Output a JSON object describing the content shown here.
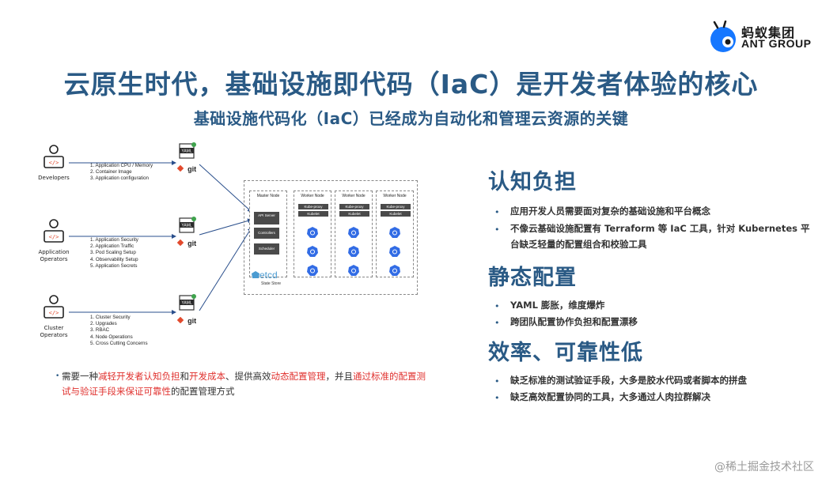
{
  "logo": {
    "cn": "蚂蚁集团",
    "en": "ANT GROUP",
    "mark": "ant-logo-icon"
  },
  "title": "云原生时代，基础设施即代码（IaC）是开发者体验的核心",
  "subtitle": "基础设施代码化（IaC）已经成为自动化和管理云资源的关键",
  "diagram": {
    "roles": [
      {
        "label": "Developers",
        "steps": [
          "1.   Application CPU / Memory",
          "2.   Container Image",
          "3.   Application configuration"
        ]
      },
      {
        "label": "Application\nOperators",
        "steps": [
          "1.   Application Security",
          "2.   Application Traffic",
          "3.   Pod Scaling Setup",
          "4.   Observability Setup",
          "5.   Application Secrets"
        ]
      },
      {
        "label": "Cluster\nOperators",
        "steps": [
          "1.   Cluster Security",
          "2.   Upgrades",
          "3.   RBAC",
          "4.   Node Operations",
          "5.   Cross Cutting Concerns"
        ]
      }
    ],
    "yaml_label": "YAML",
    "git_label": "git",
    "master": {
      "title": "Master Node",
      "api": "API Server",
      "controllers": "Controllers",
      "scheduler": "Scheduler"
    },
    "worker": {
      "title": "Worker Node",
      "proxy": "Kube-proxy",
      "kubelet": "Kubelet"
    },
    "etcd": "etcd",
    "state_store": "State Store"
  },
  "note": {
    "parts": [
      {
        "text": "需要一种",
        "red": false
      },
      {
        "text": "减轻开发者认知负担",
        "red": true
      },
      {
        "text": "和",
        "red": false
      },
      {
        "text": "开发成本",
        "red": true
      },
      {
        "text": "、提供高效",
        "red": false
      },
      {
        "text": "动态配置管理",
        "red": true
      },
      {
        "text": "，并且",
        "red": false
      },
      {
        "text": "通过标准的配置测试与验证手段来保证可靠性",
        "red": true
      },
      {
        "text": "的配置管理方式",
        "red": false
      }
    ]
  },
  "sections": [
    {
      "heading": "认知负担",
      "bullets": [
        "应用开发人员需要面对复杂的基础设施和平台概念",
        "不像云基础设施配置有 Terraform 等 IaC 工具，针对 Kubernetes 平台缺乏轻量的配置组合和校验工具"
      ]
    },
    {
      "heading": "静态配置",
      "bullets": [
        "YAML 膨胀，维度爆炸",
        "跨团队配置协作负担和配置漂移"
      ]
    },
    {
      "heading": "效率、可靠性低",
      "bullets": [
        "缺乏标准的测试验证手段，大多是胶水代码或者脚本的拼盘",
        "缺乏高效配置协同的工具，大多通过人肉拉群解决"
      ]
    }
  ],
  "watermark": "@稀土掘金技术社区",
  "colors": {
    "heading": "#2a5a85",
    "accent_red": "#e0322f",
    "git_orange": "#e24a2d",
    "k8s_blue": "#326ce5",
    "check_green": "#3fa34d"
  }
}
